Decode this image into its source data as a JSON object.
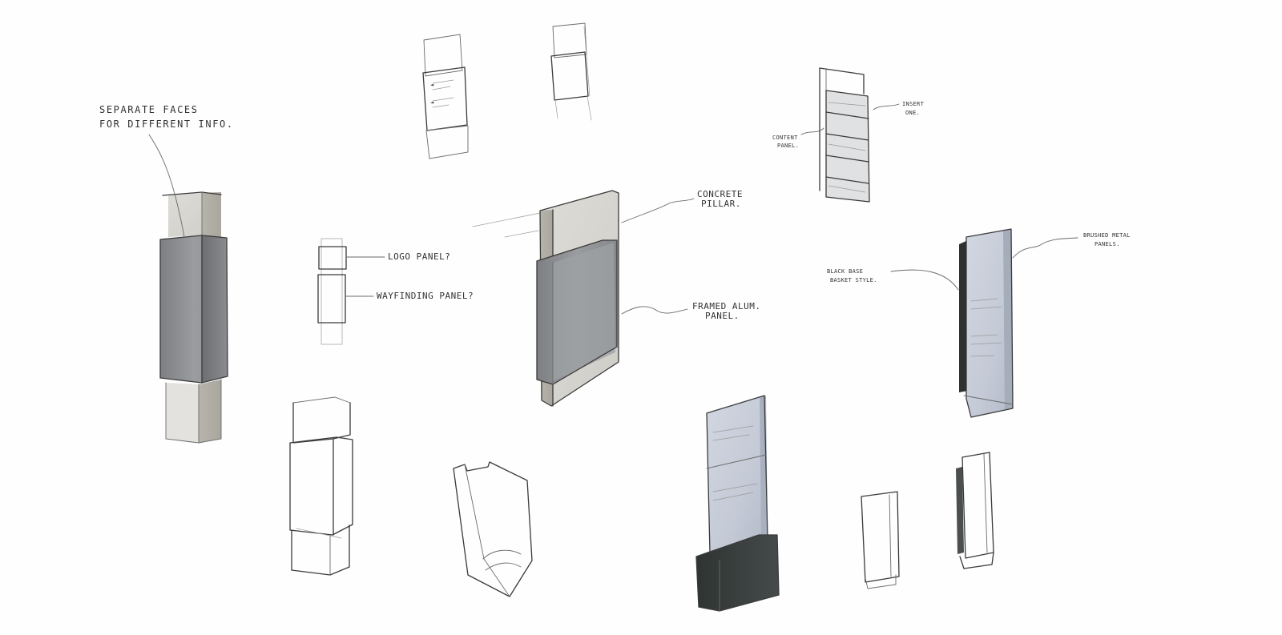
{
  "sketch_page": {
    "background_color": "#fefefe",
    "ink_color": "#3a3a3a",
    "annotations": {
      "separate_faces_line1": "SEPARATE FACES",
      "separate_faces_line2": "FOR DIFFERENT INFO.",
      "logo_panel": "LOGO PANEL?",
      "wayfinding_panel": "WAYFINDING PANEL?",
      "concrete_pillar_line1": "CONCRETE",
      "concrete_pillar_line2": "PILLAR.",
      "framed_panel_line1": "FRAMED ALUM.",
      "framed_panel_line2": "PANEL.",
      "insert_one_line1": "INSERT",
      "insert_one_line2": "ONE.",
      "content_panel_line1": "CONTENT",
      "content_panel_line2": "PANEL.",
      "brushed_metal_line1": "BRUSHED METAL",
      "brushed_metal_line2": "PANELS.",
      "black_base_line1": "BLACK BASE",
      "black_base_line2": "BASKET STYLE."
    }
  }
}
